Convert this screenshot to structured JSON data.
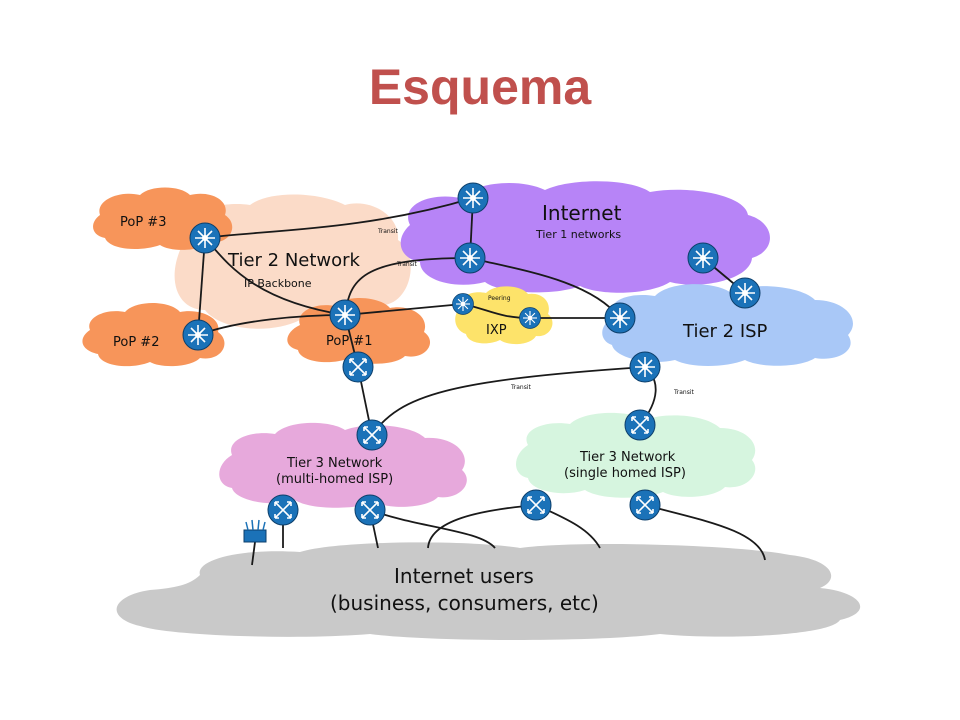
{
  "title": "Esquema",
  "colors": {
    "title": "#c0504d",
    "router_fill": "#1b72b8",
    "pop_cloud": "#f7955a",
    "tier2_cloud": "#fbdbc8",
    "internet_cloud": "#b784f7",
    "tier2isp_cloud": "#a9c8f7",
    "ixp_cloud": "#fde36a",
    "tier3_multi_cloud": "#e7a9dc",
    "tier3_single_cloud": "#d6f5df",
    "users_cloud": "#c9c9c9"
  },
  "diagram": {
    "clouds": {
      "pop3": "PoP #3",
      "pop2": "PoP #2",
      "pop1": "PoP #1",
      "tier2_title": "Tier 2 Network",
      "tier2_subtitle": "IP Backbone",
      "internet_title": "Internet",
      "internet_subtitle": "Tier 1 networks",
      "ixp": "IXP",
      "tier2_isp": "Tier 2 ISP",
      "tier3_multi_title": "Tier 3 Network",
      "tier3_multi_subtitle": "(multi-homed ISP)",
      "tier3_single_title": "Tier 3 Network",
      "tier3_single_subtitle": "(single homed ISP)",
      "users_title": "Internet users",
      "users_subtitle": "(business, consumers, etc)"
    },
    "link_labels": {
      "transit_1": "Transit",
      "transit_2": "Transit",
      "peering": "Peering",
      "transit_3": "Transit",
      "transit_4": "Transit"
    }
  }
}
